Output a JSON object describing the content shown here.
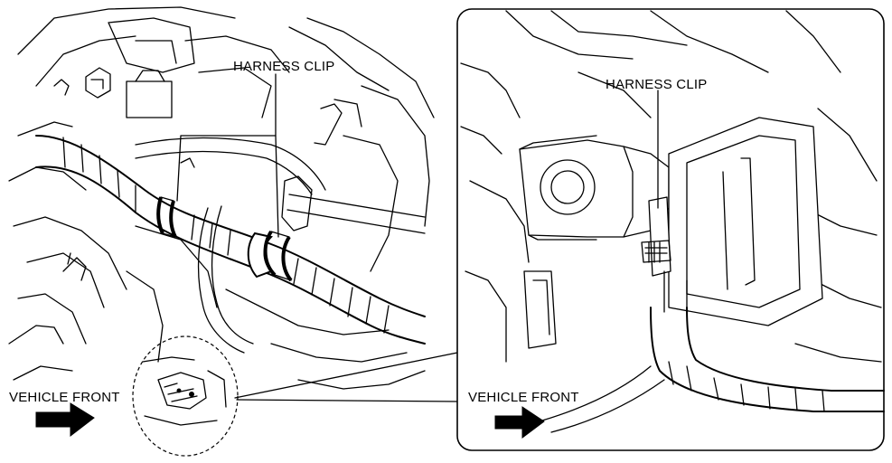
{
  "overview": {
    "clip_label": "HARNESS CLIP",
    "front_label": "VEHICLE FRONT"
  },
  "detail": {
    "clip_label": "HARNESS CLIP",
    "front_label": "VEHICLE FRONT"
  }
}
